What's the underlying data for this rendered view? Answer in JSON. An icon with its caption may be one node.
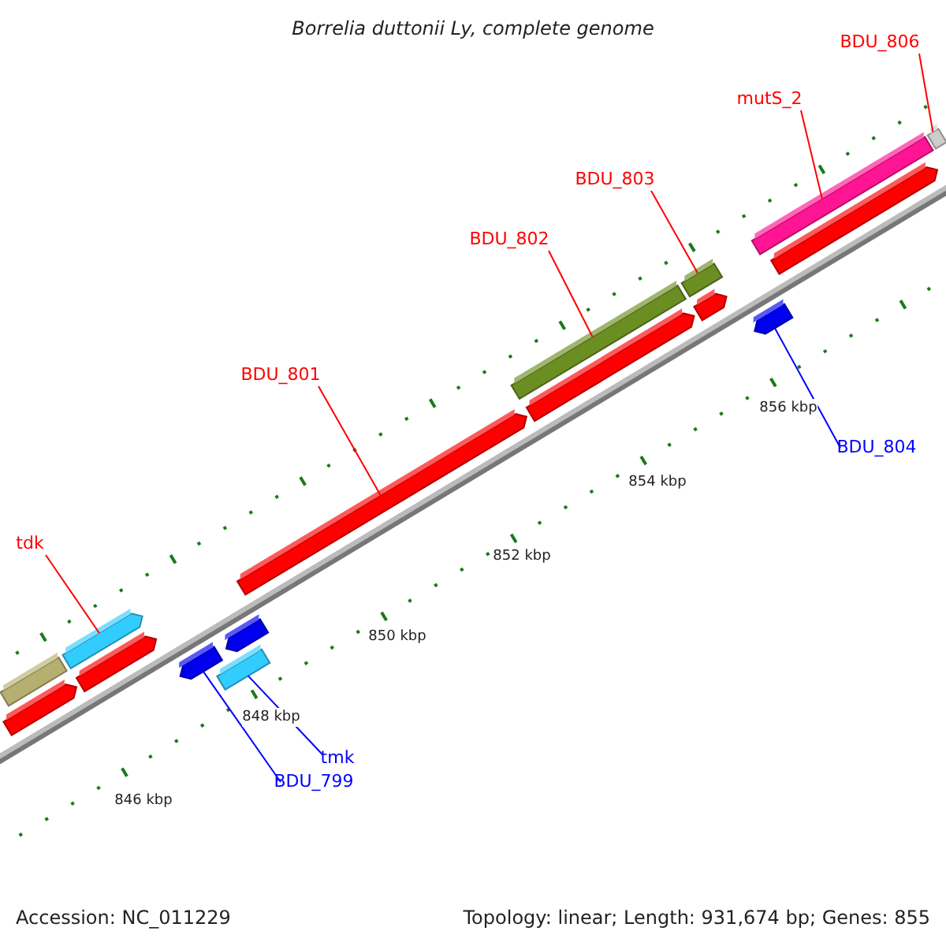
{
  "diagram": {
    "title": "Borrelia duttonii Ly, complete genome",
    "nodes": [
      {
        "text": [
          "BDU_806"
        ]
      },
      {
        "text": [
          "mutS_2"
        ]
      },
      {
        "text": [
          "BDU_803"
        ]
      },
      {
        "text": [
          "BDU_802"
        ]
      },
      {
        "text": [
          "BDU_801"
        ]
      },
      {
        "text": [
          "BDU_804"
        ]
      },
      {
        "text": [
          "tdk"
        ]
      },
      {
        "text": [
          "tmk"
        ]
      },
      {
        "text": [
          "BDU_799"
        ]
      },
      {
        "text": [],
        "shape": "bar"
      },
      {
        "text": [],
        "shape": "bar"
      },
      {
        "text": [],
        "shape": "bar"
      },
      {
        "text": [],
        "shape": "bar"
      },
      {
        "text": [],
        "shape": "bar"
      },
      {
        "text": [],
        "shape": "bar"
      },
      {
        "text": [],
        "shape": "bar"
      },
      {
        "text": [],
        "shape": "bar"
      },
      {
        "text": [],
        "shape": "bar"
      },
      {
        "text": [],
        "shape": "bar"
      },
      {
        "text": [],
        "shape": "bar"
      },
      {
        "text": [],
        "shape": "bar"
      },
      {
        "text": [],
        "shape": "bar"
      },
      {
        "text": [],
        "shape": "bar"
      },
      {
        "text": [],
        "shape": "bar"
      },
      {
        "text": [],
        "shape": "bar"
      }
    ],
    "edges": [
      {
        "from": 0,
        "to": 24,
        "arrow": "none"
      },
      {
        "from": 1,
        "to": 22,
        "arrow": "none"
      },
      {
        "from": 2,
        "to": 20,
        "arrow": "none"
      },
      {
        "from": 3,
        "to": 17,
        "arrow": "none"
      },
      {
        "from": 4,
        "to": 16,
        "arrow": "none"
      },
      {
        "from": 5,
        "to": 21,
        "arrow": "none",
        "color": "#0000ff"
      },
      {
        "from": 6,
        "to": 11,
        "arrow": "none"
      },
      {
        "from": 7,
        "to": 14,
        "arrow": "none",
        "color": "#0000ff"
      },
      {
        "from": 8,
        "to": 13,
        "arrow": "none",
        "color": "#0000ff"
      }
    ],
    "labels": [
      "856 kbp",
      "854 kbp",
      "852 kbp",
      "850 kbp",
      "848 kbp",
      "846 kbp",
      "Accession: NC_011229",
      "Topology: linear; Length: 931,674 bp; Genes: 855"
    ]
  }
}
